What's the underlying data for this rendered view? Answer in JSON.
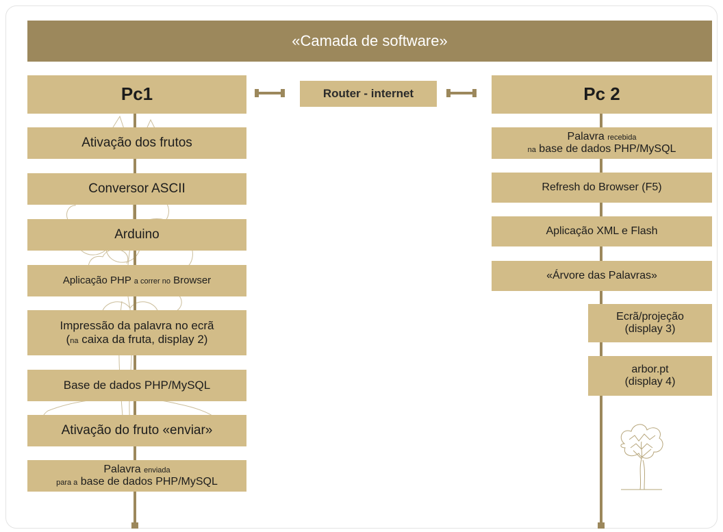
{
  "header": {
    "title": "«Camada de software»"
  },
  "pc1": {
    "title": "Pc1",
    "steps": {
      "s1": "Ativação dos frutos",
      "s2": "Conversor ASCII",
      "s3": "Arduino",
      "s4a": "Aplicação PHP",
      "s4b": "a correr no",
      "s4c": "Browser",
      "s5a": "Impressão da palavra no ecrã",
      "s5b": "(",
      "s5c": "na",
      "s5d": "caixa da fruta, display 2)",
      "s6": "Base de dados PHP/MySQL",
      "s7": "Ativação do fruto «enviar»",
      "s8a": "Palavra",
      "s8b": "enviada",
      "s8c": "para a",
      "s8d": "base de dados PHP/MySQL"
    }
  },
  "router": {
    "label": "Router - internet"
  },
  "pc2": {
    "title": "Pc 2",
    "steps": {
      "s1a": "Palavra",
      "s1b": "recebida",
      "s1c": "na",
      "s1d": "base de dados PHP/MySQL",
      "s2": "Refresh do Browser (F5)",
      "s3": "Aplicação XML e Flash",
      "s4": "«Árvore das Palavras»"
    },
    "outputs": {
      "o1a": "Ecrã/projeção",
      "o1b": "(display 3)",
      "o2a": "arbor.pt",
      "o2b": "(display 4)"
    }
  },
  "colors": {
    "dark_gold": "#9c885c",
    "light_gold": "#d2bc88",
    "text": "#1c1c1c"
  }
}
